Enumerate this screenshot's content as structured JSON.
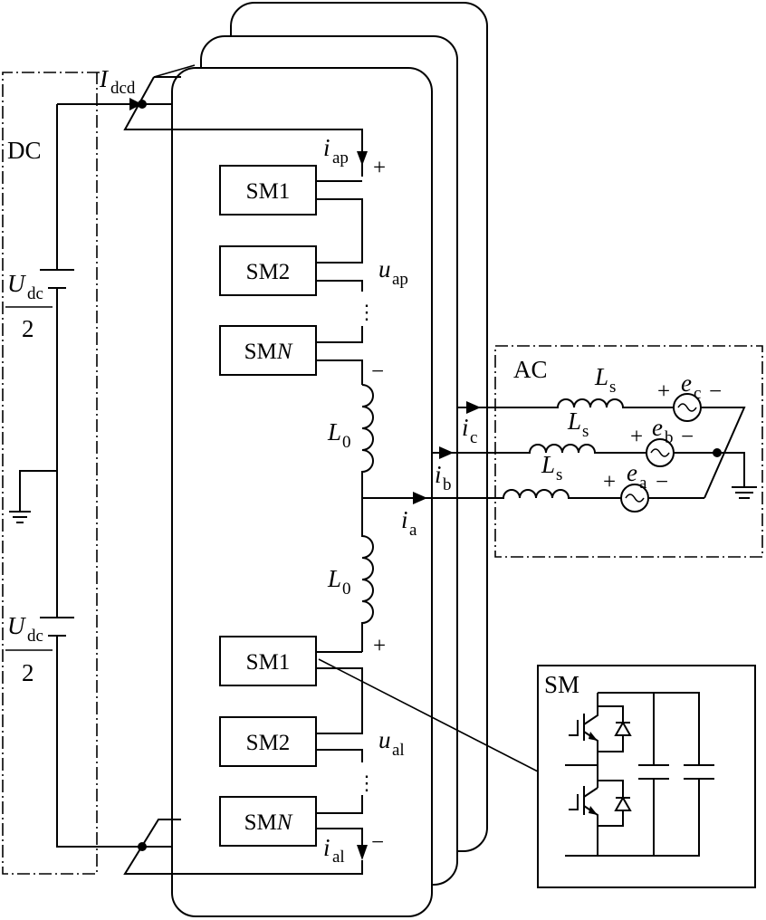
{
  "labels": {
    "dc": "DC",
    "ac": "AC",
    "sm_detail": "SM",
    "idcd_main": "I",
    "idcd_sub": "dcd",
    "udc_upper_main": "U",
    "udc_upper_sub": "dc",
    "udc_upper_den": "2",
    "udc_lower_main": "U",
    "udc_lower_sub": "dc",
    "udc_lower_den": "2",
    "iap_main": "i",
    "iap_sub": "ap",
    "uap_main": "u",
    "uap_sub": "ap",
    "ial_main": "i",
    "ial_sub": "al",
    "ual_main": "u",
    "ual_sub": "al",
    "l0_upper_main": "L",
    "l0_upper_sub": "0",
    "l0_lower_main": "L",
    "l0_lower_sub": "0",
    "ia_main": "i",
    "ia_sub": "a",
    "ib_main": "i",
    "ib_sub": "b",
    "ic_main": "i",
    "ic_sub": "c",
    "ls_c_main": "L",
    "ls_c_sub": "s",
    "ls_b_main": "L",
    "ls_b_sub": "s",
    "ls_a_main": "L",
    "ls_a_sub": "s",
    "ec_main": "e",
    "ec_sub": "c",
    "eb_main": "e",
    "eb_sub": "b",
    "ea_main": "e",
    "ea_sub": "a",
    "plus": "+",
    "minus": "−",
    "dots": "⋮"
  },
  "upper_arm": {
    "modules": [
      "SM1",
      "SM2",
      "SMN"
    ]
  },
  "lower_arm": {
    "modules": [
      "SM1",
      "SM2",
      "SMN"
    ]
  },
  "module_prefix": "SM",
  "module_n": "N"
}
